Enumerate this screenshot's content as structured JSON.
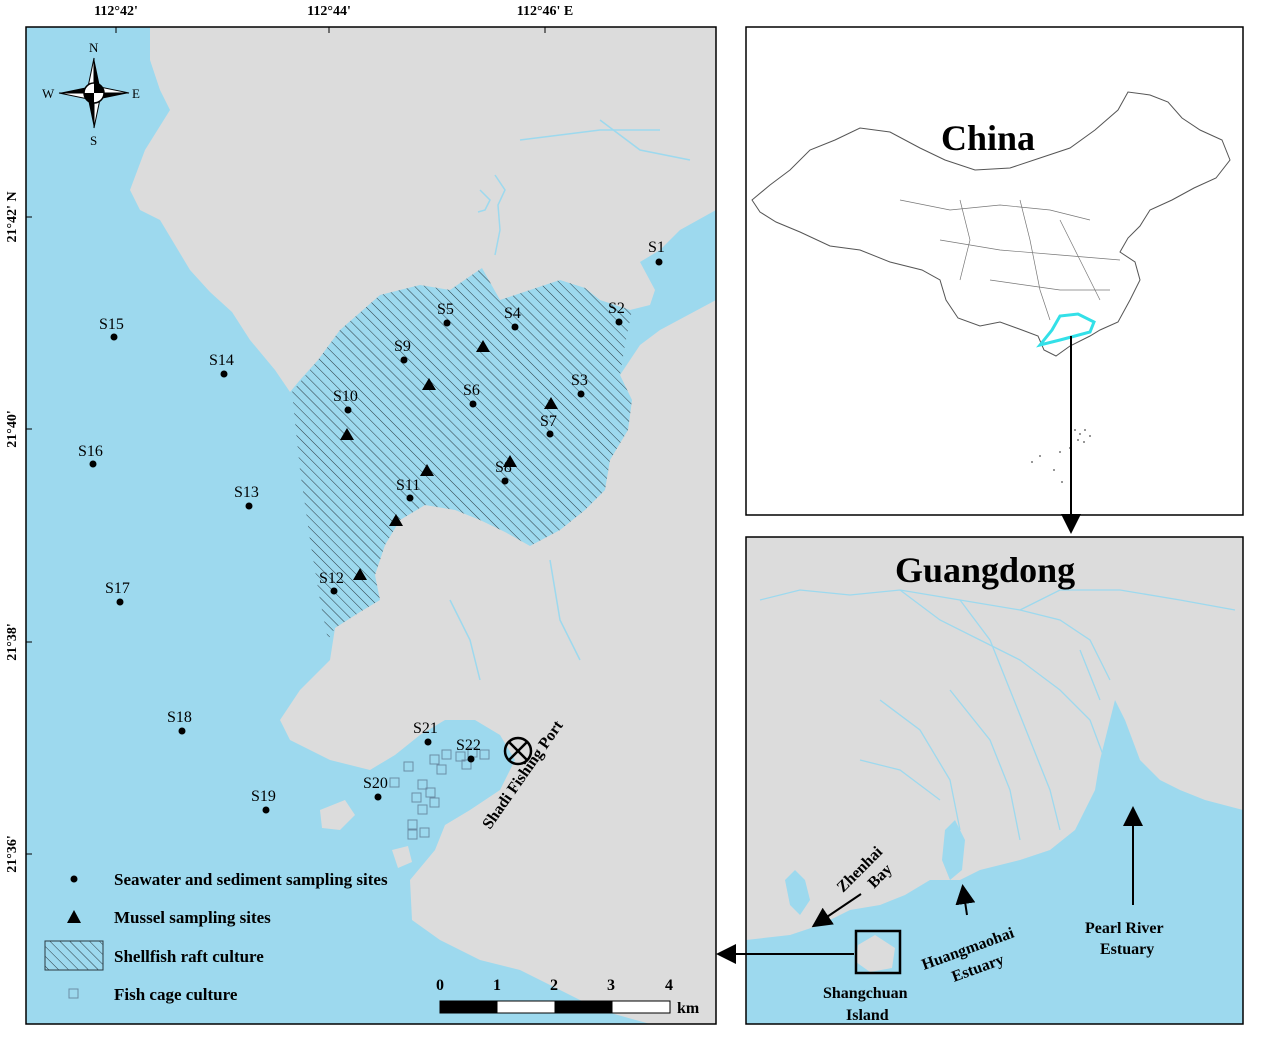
{
  "colors": {
    "water": "#9dd9ee",
    "land": "#dcdcdc",
    "border": "#333333",
    "guangdong_outline": "#33e0e8"
  },
  "main_map": {
    "top_coords": [
      "112°42'",
      "112°44'",
      "112°46' E"
    ],
    "left_coords": [
      "21°42' N",
      "21°40'",
      "21°38'",
      "21°36'"
    ],
    "compass": {
      "north": "N",
      "south": "S",
      "east": "E",
      "west": "W"
    },
    "sites": [
      {
        "id": "S1"
      },
      {
        "id": "S2"
      },
      {
        "id": "S3"
      },
      {
        "id": "S4"
      },
      {
        "id": "S5"
      },
      {
        "id": "S6"
      },
      {
        "id": "S7"
      },
      {
        "id": "S8"
      },
      {
        "id": "S9"
      },
      {
        "id": "S10"
      },
      {
        "id": "S11"
      },
      {
        "id": "S12"
      },
      {
        "id": "S13"
      },
      {
        "id": "S14"
      },
      {
        "id": "S15"
      },
      {
        "id": "S16"
      },
      {
        "id": "S17"
      },
      {
        "id": "S18"
      },
      {
        "id": "S19"
      },
      {
        "id": "S20"
      },
      {
        "id": "S21"
      },
      {
        "id": "S22"
      }
    ],
    "port_label": "Shadi Fishing Port",
    "legend": [
      {
        "symbol": "dot",
        "label": "Seawater and sediment sampling sites"
      },
      {
        "symbol": "triangle",
        "label": "Mussel sampling sites"
      },
      {
        "symbol": "hatch",
        "label": "Shellfish raft culture"
      },
      {
        "symbol": "square",
        "label": "Fish cage culture"
      }
    ],
    "scale_bar": {
      "ticks": [
        "0",
        "1",
        "2",
        "3",
        "4"
      ],
      "unit": "km"
    }
  },
  "china_inset": {
    "title": "China"
  },
  "guangdong_inset": {
    "title": "Guangdong",
    "labels": {
      "zhenhai_1": "Zhenhai",
      "zhenhai_2": "Bay",
      "huangmaohai_1": "Huangmaohai",
      "huangmaohai_2": "Estuary",
      "pearl_1": "Pearl River",
      "pearl_2": "Estuary",
      "shangchuan_1": "Shangchuan",
      "shangchuan_2": "Island"
    }
  }
}
